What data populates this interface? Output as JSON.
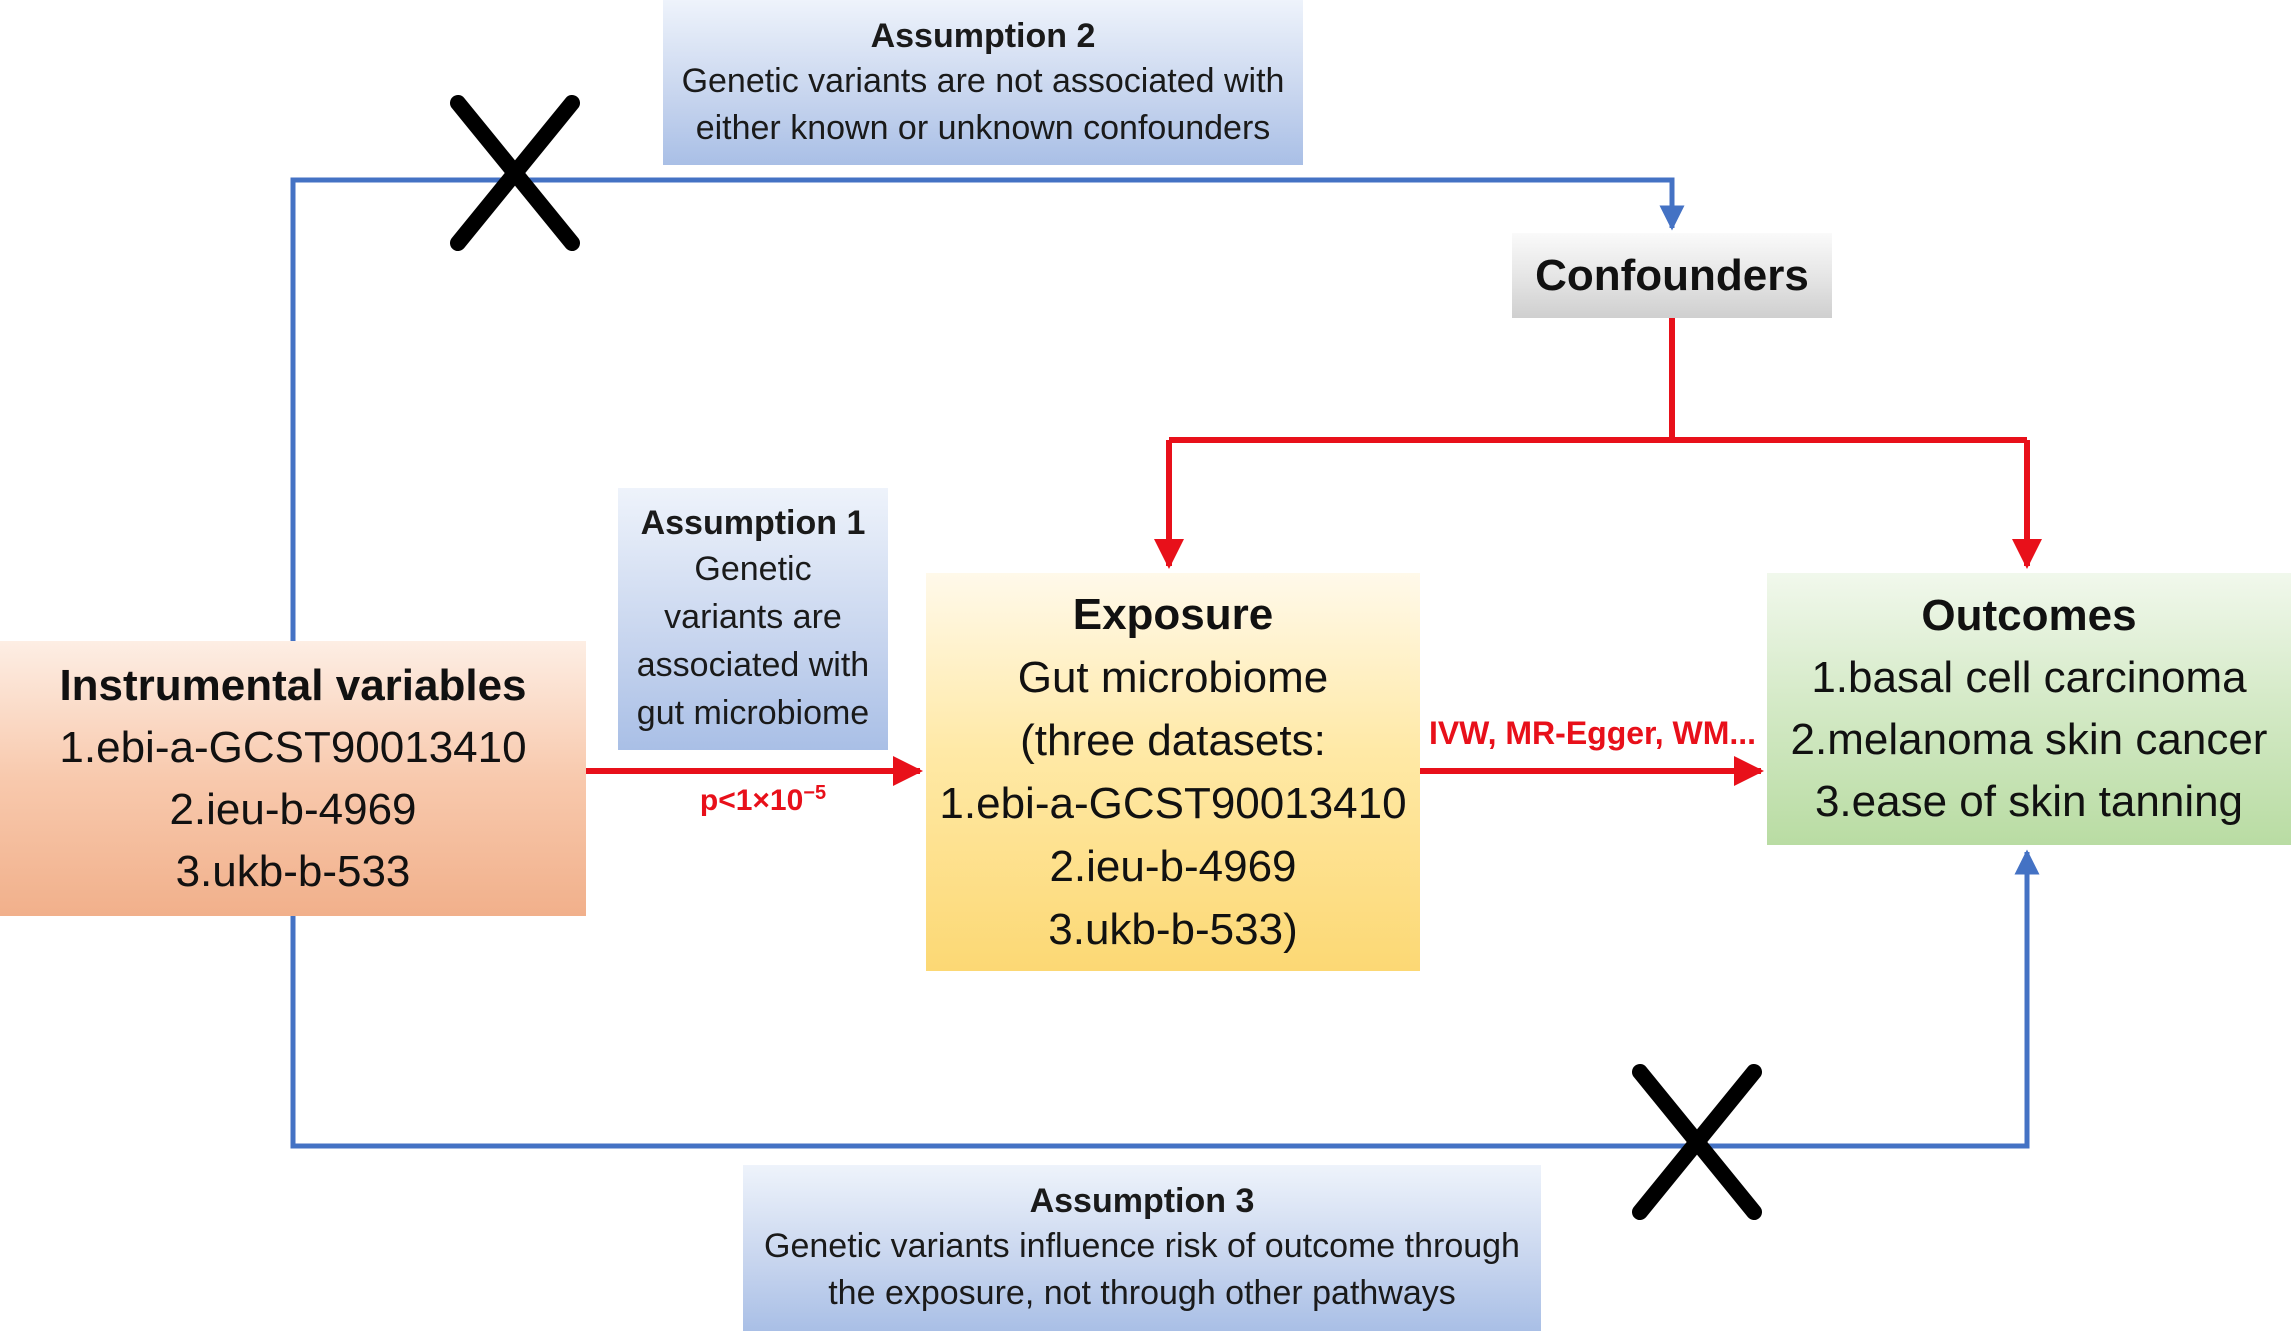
{
  "assumption_2": {
    "title": "Assumption 2",
    "lines": [
      "Genetic variants are not associated with",
      "either known or unknown confounders"
    ]
  },
  "assumption_1": {
    "title": "Assumption 1",
    "lines": [
      "Genetic",
      "variants are",
      "associated with",
      "gut microbiome"
    ]
  },
  "assumption_3": {
    "title": "Assumption 3",
    "lines": [
      "Genetic variants influence risk of outcome through",
      "the exposure, not through other pathways"
    ]
  },
  "confounders": {
    "label": "Confounders"
  },
  "instrumental_variables": {
    "title": "Instrumental variables",
    "lines": [
      "1.ebi-a-GCST90013410",
      "2.ieu-b-4969",
      "3.ukb-b-533"
    ]
  },
  "exposure": {
    "title": "Exposure",
    "lines": [
      "Gut microbiome",
      "(three datasets:",
      "1.ebi-a-GCST90013410",
      "2.ieu-b-4969",
      "3.ukb-b-533)"
    ]
  },
  "outcomes": {
    "title": "Outcomes",
    "lines": [
      "1.basal cell carcinoma",
      "2.melanoma skin cancer",
      "3.ease of skin tanning"
    ]
  },
  "edge_labels": {
    "pvalue_prefix": "p<1×10",
    "pvalue_exponent": "−5",
    "methods": "IVW, MR-Egger, WM..."
  },
  "colors": {
    "blue_line": "#4472c4",
    "red_line": "#e8101a",
    "cross": "#000000"
  }
}
